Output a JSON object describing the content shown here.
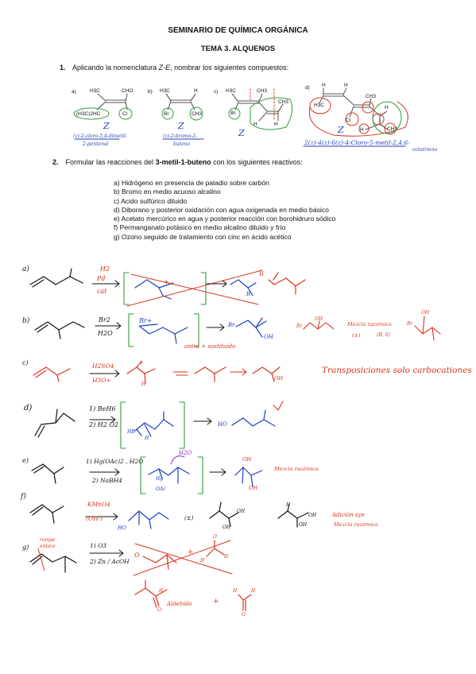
{
  "header": {
    "seminar_title": "SEMINARIO DE QUÍMICA ORGÁNICA",
    "topic_title": "TEMA 3. ALQUENOS"
  },
  "question1": {
    "number": "1.",
    "text_before": "Aplicando la nomenclatura ",
    "text_em": "Z-E",
    "text_after": ", nombrar los siguientes compuestos:",
    "parts": [
      {
        "letter": "a)",
        "groups": [
          "H3C",
          "CHO",
          "(H3C)2HC",
          "Cl"
        ],
        "config": "Z",
        "answer_line1": "(z)-2-cloro-3,4-dimetil-",
        "answer_line2": "2-pentenal"
      },
      {
        "letter": "b)",
        "groups": [
          "H3C",
          "H",
          "Br",
          "CH3"
        ],
        "config": "Z",
        "answer_line1": "(z)-2-bromo-2-",
        "answer_line2": "buteno"
      },
      {
        "letter": "c)",
        "groups": [
          "H3C",
          "CH3",
          "Br",
          "CH3",
          "H",
          "H"
        ],
        "config": "Z"
      },
      {
        "letter": "d)",
        "groups": [
          "H",
          "H",
          "CH3",
          "H3C",
          "H",
          "Cl",
          "H",
          "CH3"
        ],
        "config": "Z",
        "answer_line1": "2(z)-4(z)-6(z)-4-Cloro-5-metil-2,4,6-",
        "answer_line2": "octatrieno"
      }
    ]
  },
  "question2": {
    "number": "2.",
    "text_before": "Formular las reacciones del ",
    "text_bold": "3-metil-1-buteno",
    "text_after": " con los  siguientes reactivos:",
    "items": [
      "a) Hidrógeno en presencia de paladio sobre carbón",
      "b) Bromo en medio acuoso alcalino",
      "c) Acido sulfúrico diluido",
      "d) Diborano y posterior oxidación con agua oxigenada en medio básico",
      "e) Acetato mercúrico en agua y posterior reacción con borohidruro sódico",
      "f) Permanganato potásico en medio alcalino diluido y frío",
      "g) Ozono seguido de tratamiento con cinc en ácido acético"
    ]
  },
  "handwritten": {
    "a": {
      "label": "a)",
      "reagent1": "H2",
      "reagent2": "Pd",
      "reagent3": "cat",
      "r_label": "R",
      "plus": "+",
      "h_label": "H"
    },
    "b": {
      "label": "b)",
      "reagent1": "Br2",
      "reagent2": "H2O",
      "inter_label": "Br+",
      "br_label": "Br",
      "oh_label": "OH",
      "note": "antra + sustituido",
      "racemic": "Mezcla racémica",
      "pm": "(±)",
      "rs": "(R, S)",
      "oh2": "OH",
      "br2": "Br",
      "br3": "Br",
      "oh3": "OH"
    },
    "c": {
      "label": "c)",
      "reagent1": "H2SO4",
      "reagent2": "H3O+",
      "plus": "+",
      "h_label": "H",
      "oh_label": "OH",
      "note": "Transposiciones solo carbocationes"
    },
    "d": {
      "label": "d)",
      "reagent1": "1) BeH6",
      "reagent2": "2) H2 O2",
      "hb_label": "HB",
      "h_label": "H",
      "ho_label": "HO"
    },
    "e": {
      "label": "e)",
      "reagent1": "1) Hg(OAc)2 , H2O",
      "reagent2": "2) NaBH4",
      "h2o_label": "H2O",
      "hg_label": "Hg",
      "oac_label": "OAc",
      "oh_label": "OH",
      "oh2_label": "OH",
      "racemic": "Mezcla racémica"
    },
    "f": {
      "label": "f)",
      "reagent1": "KMnO4",
      "reagent2": "(OH-)",
      "ho_label": "HO",
      "pm": "(±)",
      "oh1": "OH",
      "oh2": "OH",
      "oh3": "OH",
      "oh4": "OH",
      "h_label": "H",
      "note1": "Adición syn",
      "note2": "Mezcla racémica"
    },
    "g": {
      "label": "g)",
      "side_note1": "rompe",
      "side_note2": "enlace",
      "reagent1": "1) O3",
      "reagent2": "2) Zn / AcOH",
      "o_label": "O",
      "plus": "+",
      "h_label": "H",
      "o2_label": "O",
      "h2_label": "H",
      "h3": "H",
      "o3": "O",
      "aldehyde": "Aldehído",
      "plus2": "+",
      "h4": "H",
      "h5": "H",
      "o4": "O"
    }
  },
  "colors": {
    "ink_blue": "#1f3fbf",
    "ink_red": "#d8341f",
    "ink_green": "#2e9d3a",
    "ink_black": "#111111"
  }
}
